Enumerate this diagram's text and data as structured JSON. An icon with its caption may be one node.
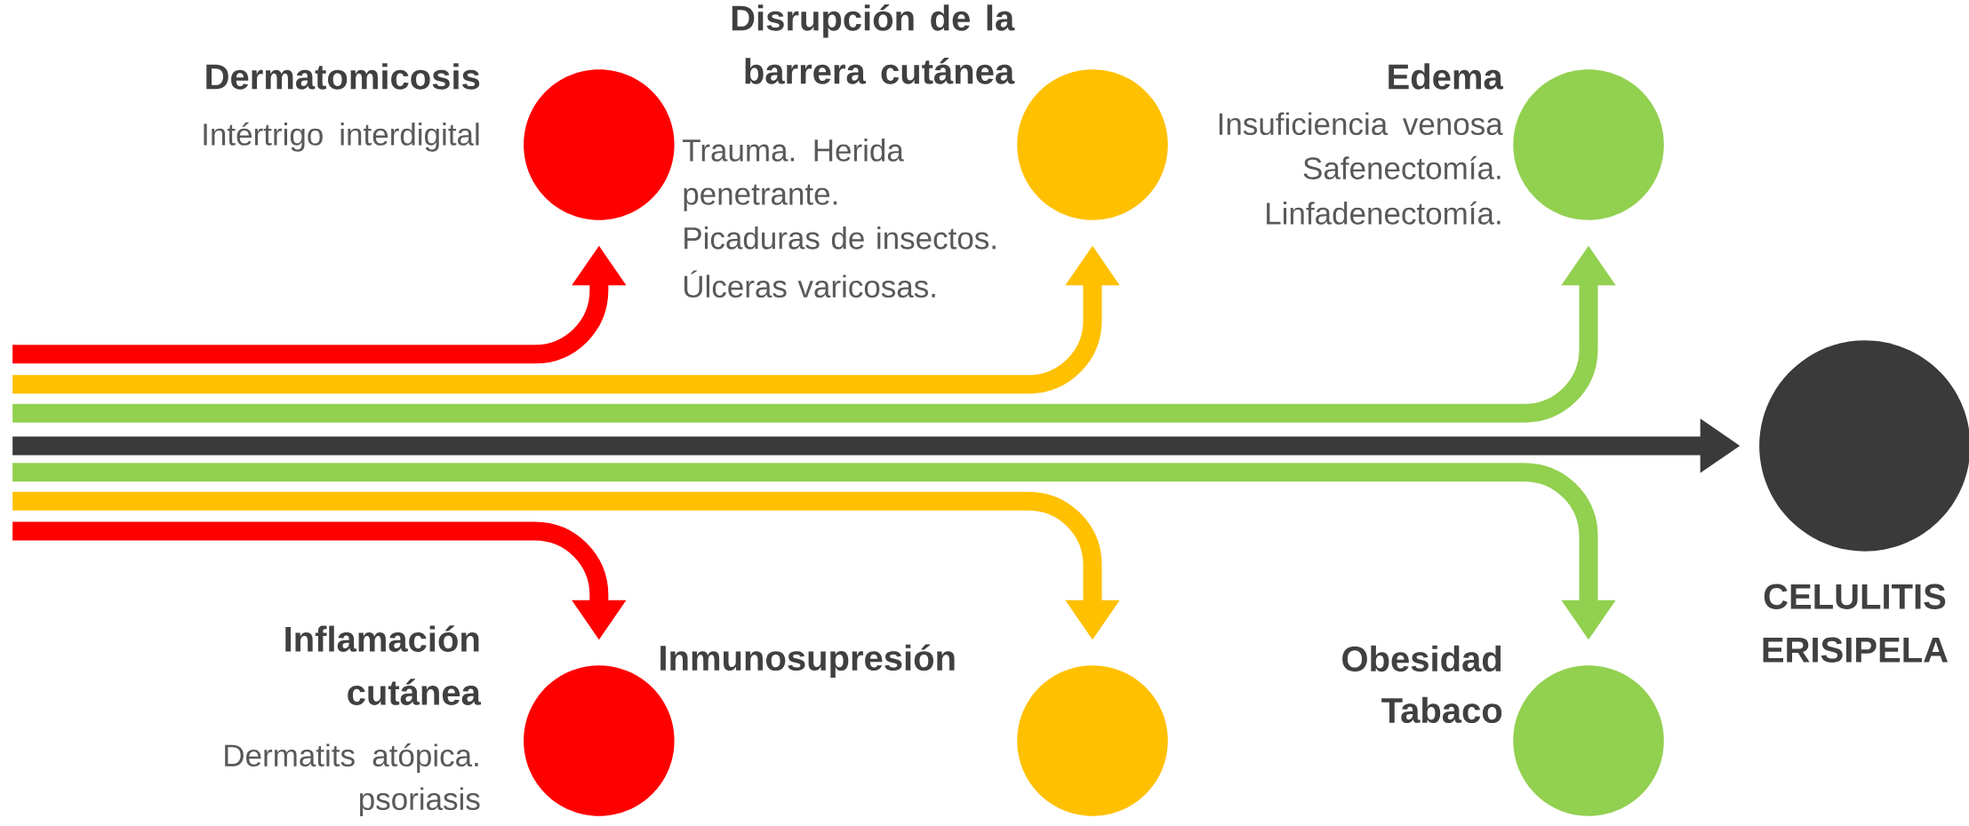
{
  "diagram": {
    "nodes": [
      {
        "text": [],
        "shape": "circle",
        "beside": [
          "Dermatomicosis",
          "Intértrigo interdigital"
        ]
      },
      {
        "text": [],
        "shape": "circle",
        "beside": [
          "Disrupción de la barrera cutánea"
        ]
      },
      {
        "text": [],
        "shape": "circle",
        "beside": [
          "Edema",
          "Insuficiencia venosa",
          "Safenectomía.",
          "Linfadenectomía."
        ]
      },
      {
        "text": [],
        "shape": "circle",
        "beside": [
          "Inflamación cutánea",
          "Dermatits atópica.",
          "psoriasis"
        ]
      },
      {
        "text": [],
        "shape": "circle"
      },
      {
        "text": [],
        "shape": "circle",
        "beside": [
          "Obesidad",
          "Tabaco"
        ]
      },
      {
        "text": [],
        "shape": "circle",
        "beside": [
          "CELULITIS ERISIPELA"
        ]
      }
    ],
    "edges": [
      {
        "from": null,
        "to": 0,
        "arrow": "to",
        "color": "#ff0000"
      },
      {
        "from": null,
        "to": 1,
        "arrow": "to",
        "color": "#ffc000"
      },
      {
        "from": null,
        "to": 2,
        "arrow": "to",
        "color": "#92d050"
      },
      {
        "from": null,
        "to": 6,
        "arrow": "to",
        "color": "#3a3a3a"
      },
      {
        "from": null,
        "to": 5,
        "arrow": "to",
        "color": "#92d050"
      },
      {
        "from": null,
        "to": 4,
        "arrow": "to",
        "color": "#ffc000"
      },
      {
        "from": null,
        "to": 3,
        "arrow": "to",
        "color": "#ff0000"
      }
    ],
    "labels": [
      "Trauma. Herida penetrante.",
      "Picaduras de insectos.",
      "Úlceras varicosas.",
      "Inmunosupresión"
    ]
  }
}
